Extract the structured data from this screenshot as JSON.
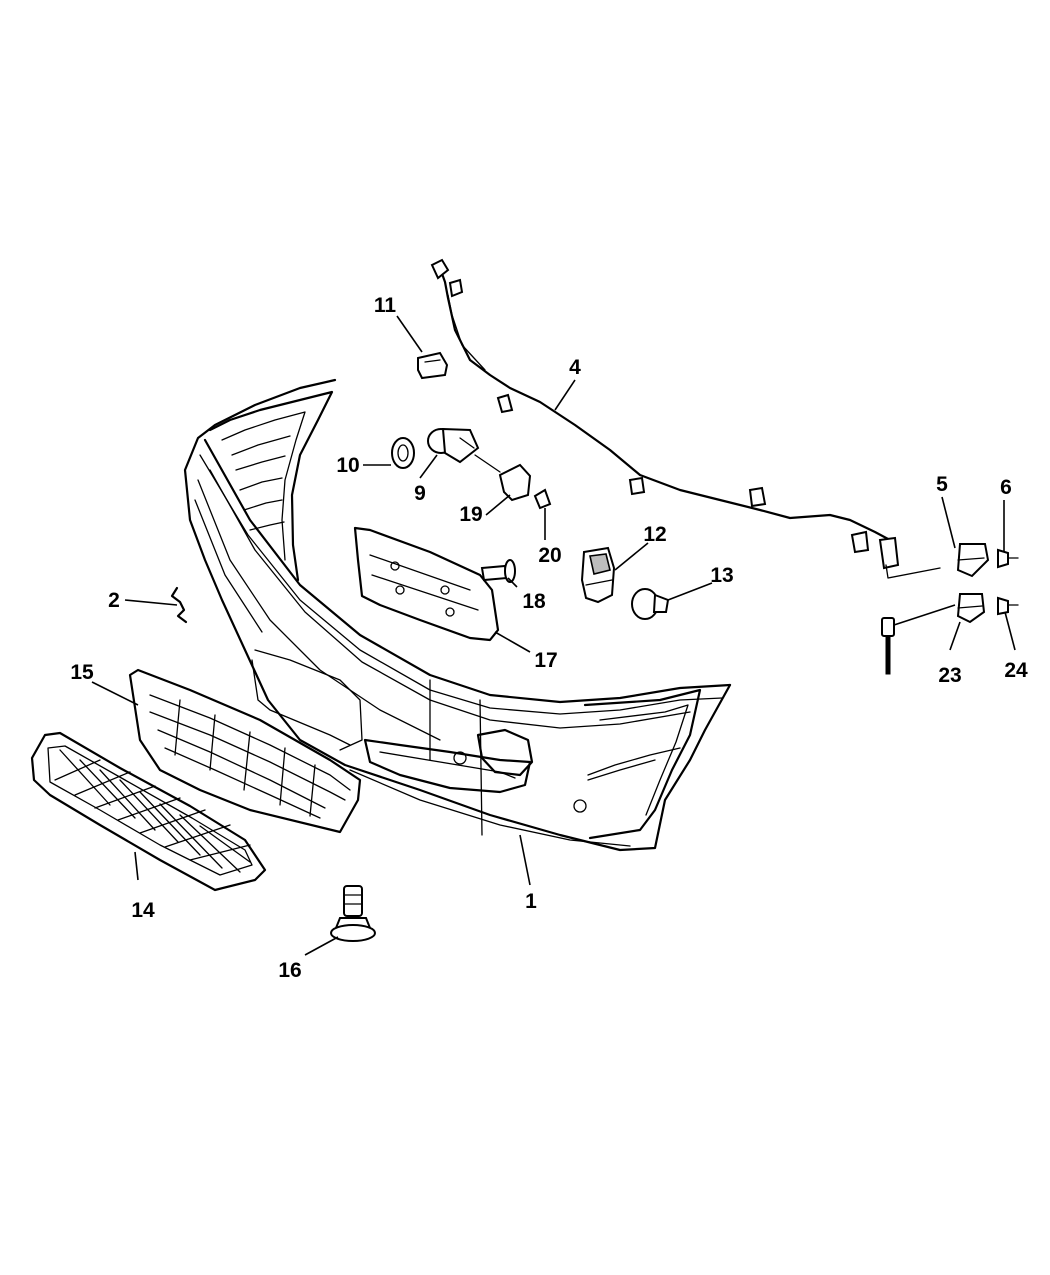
{
  "callouts": [
    {
      "id": "1",
      "label": "1"
    },
    {
      "id": "2",
      "label": "2"
    },
    {
      "id": "4",
      "label": "4"
    },
    {
      "id": "5",
      "label": "5"
    },
    {
      "id": "6",
      "label": "6"
    },
    {
      "id": "9",
      "label": "9"
    },
    {
      "id": "10",
      "label": "10"
    },
    {
      "id": "11",
      "label": "11"
    },
    {
      "id": "12",
      "label": "12"
    },
    {
      "id": "13",
      "label": "13"
    },
    {
      "id": "14",
      "label": "14"
    },
    {
      "id": "15",
      "label": "15"
    },
    {
      "id": "16",
      "label": "16"
    },
    {
      "id": "17",
      "label": "17"
    },
    {
      "id": "18",
      "label": "18"
    },
    {
      "id": "19",
      "label": "19"
    },
    {
      "id": "20",
      "label": "20"
    },
    {
      "id": "23",
      "label": "23"
    },
    {
      "id": "24",
      "label": "24"
    }
  ]
}
